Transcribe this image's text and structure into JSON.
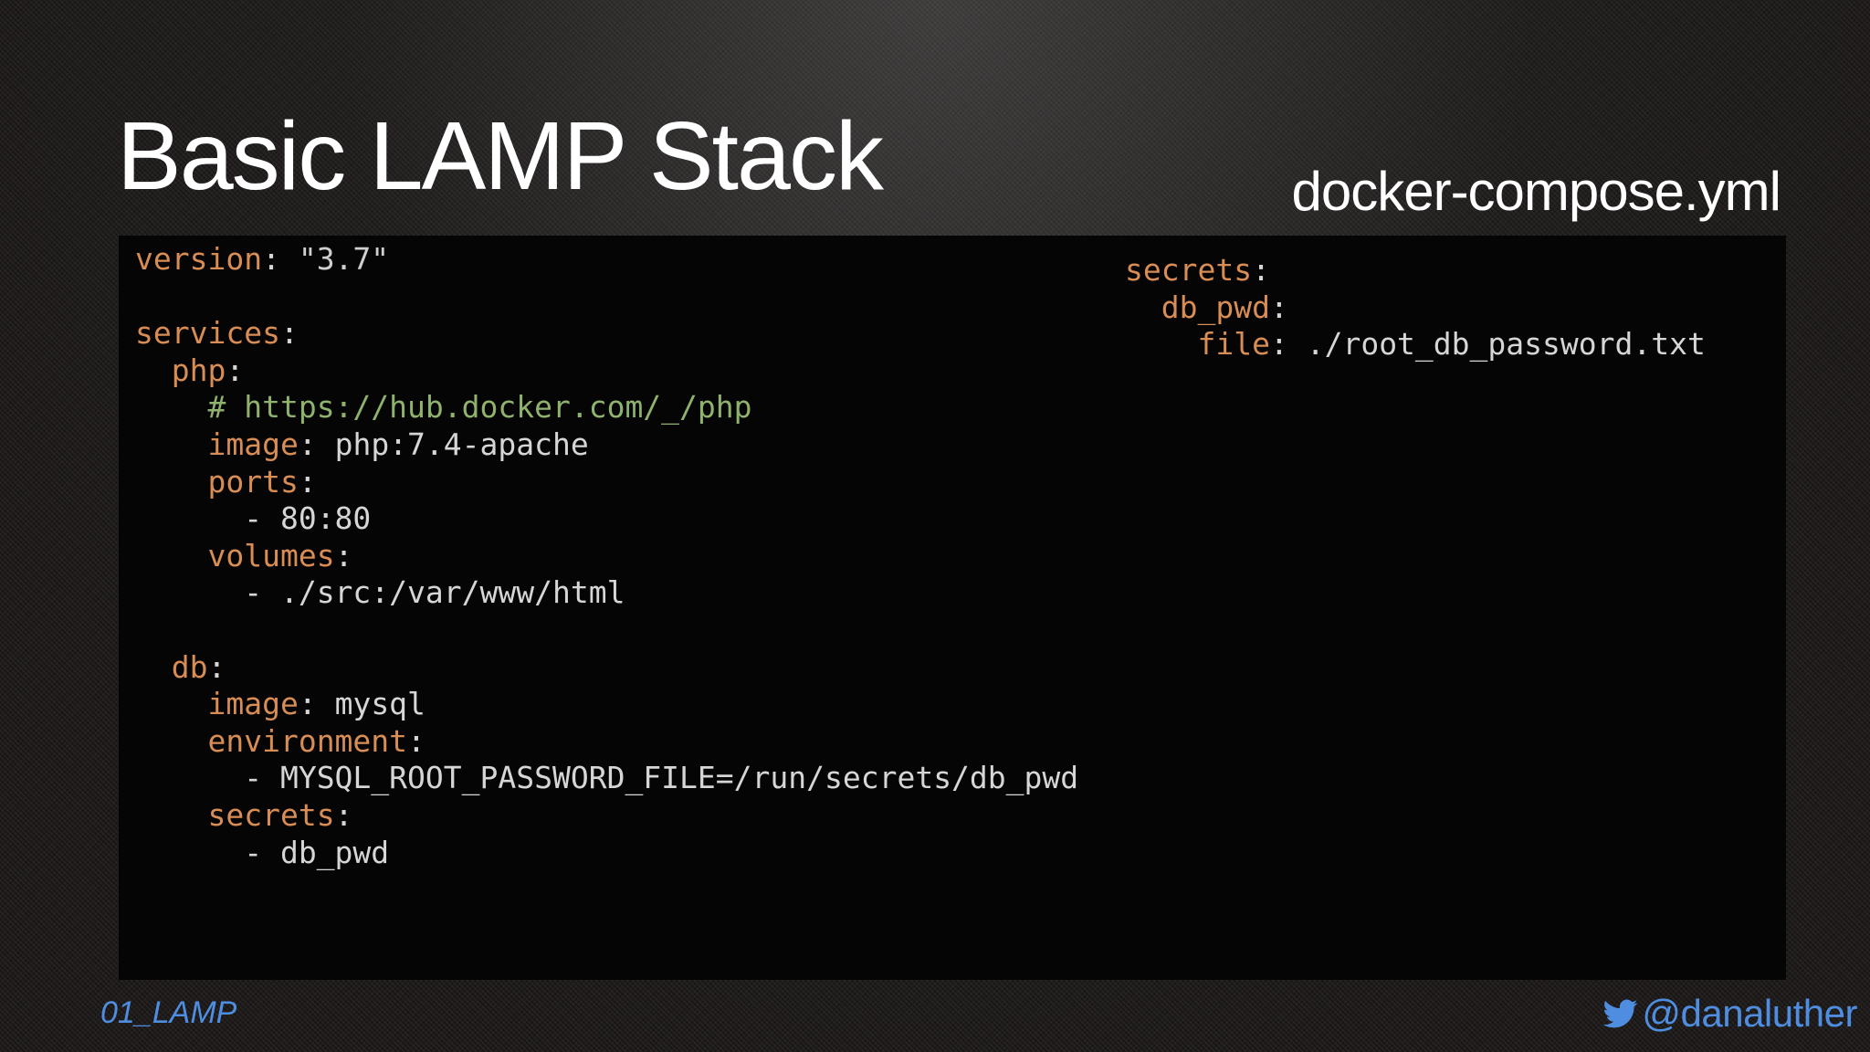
{
  "slide": {
    "title": "Basic LAMP Stack",
    "filename": "docker-compose.yml"
  },
  "code_left": {
    "l1": {
      "key": "version",
      "sep": ": ",
      "value": "\"3.7\""
    },
    "l3": {
      "key": "services",
      "sep": ":"
    },
    "l4": {
      "indent": "  ",
      "key": "php",
      "sep": ":"
    },
    "l5": {
      "indent": "    ",
      "comment": "# https://hub.docker.com/_/php"
    },
    "l6": {
      "indent": "    ",
      "key": "image",
      "sep": ": ",
      "value": "php:7.4-apache"
    },
    "l7": {
      "indent": "    ",
      "key": "ports",
      "sep": ":"
    },
    "l8": {
      "indent": "      ",
      "value": "- 80:80"
    },
    "l9": {
      "indent": "    ",
      "key": "volumes",
      "sep": ":"
    },
    "l10": {
      "indent": "      ",
      "value": "- ./src:/var/www/html"
    },
    "l12": {
      "indent": "  ",
      "key": "db",
      "sep": ":"
    },
    "l13": {
      "indent": "    ",
      "key": "image",
      "sep": ": ",
      "value": "mysql"
    },
    "l14": {
      "indent": "    ",
      "key": "environment",
      "sep": ":"
    },
    "l15": {
      "indent": "      ",
      "value": "- MYSQL_ROOT_PASSWORD_FILE=/run/secrets/db_pwd"
    },
    "l16": {
      "indent": "    ",
      "key": "secrets",
      "sep": ":"
    },
    "l17": {
      "indent": "      ",
      "value": "- db_pwd"
    }
  },
  "code_right": {
    "r1": {
      "key": "secrets",
      "sep": ":"
    },
    "r2": {
      "indent": "  ",
      "key": "db_pwd",
      "sep": ":"
    },
    "r3": {
      "indent": "    ",
      "key": "file",
      "sep": ": ",
      "value": "./root_db_password.txt"
    }
  },
  "footer": {
    "section": "01_LAMP",
    "handle": "@danaluther"
  },
  "colors": {
    "key": "#d88d54",
    "comment": "#8fb26c",
    "text": "#d6d6d6",
    "accent": "#4e8de0"
  },
  "icons": {
    "twitter": "twitter-icon"
  }
}
